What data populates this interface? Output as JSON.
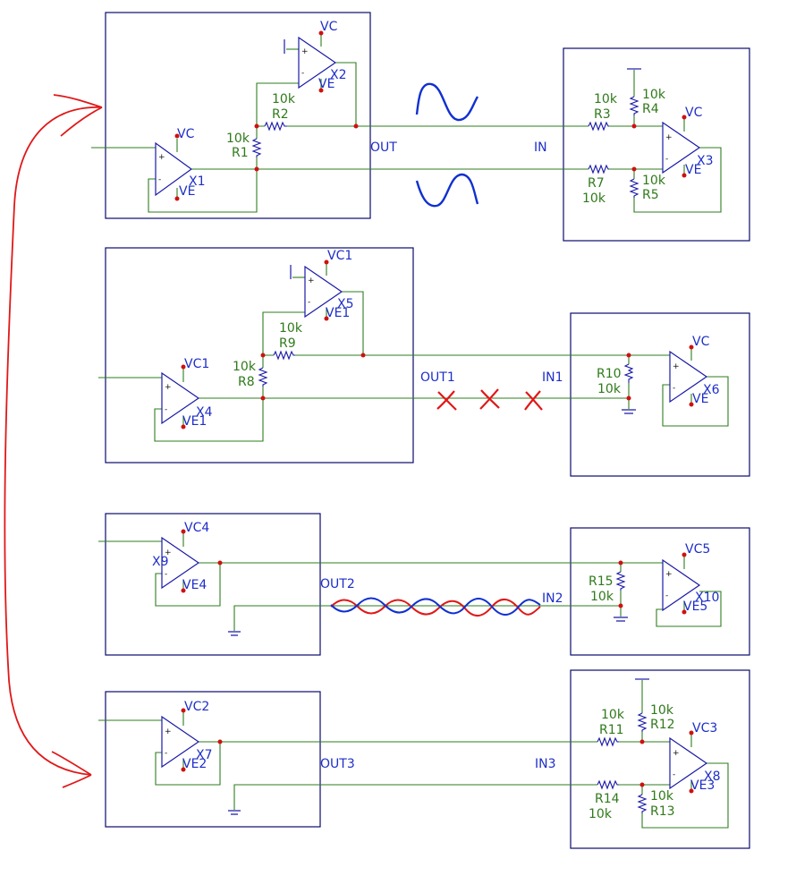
{
  "labels": {
    "vc": "VC",
    "ve": "VE",
    "vc1": "VC1",
    "ve1": "VE1",
    "vc2": "VC2",
    "ve2": "VE2",
    "vc3": "VC3",
    "ve3": "VE3",
    "vc4": "VC4",
    "ve4": "VE4",
    "vc5": "VC5",
    "ve5": "VE5",
    "x1": "X1",
    "x2": "X2",
    "x3": "X3",
    "x4": "X4",
    "x5": "X5",
    "x6": "X6",
    "x7": "X7",
    "x8": "X8",
    "x9": "X9",
    "x10": "X10",
    "r1": "R1",
    "r2": "R2",
    "r3": "R3",
    "r4": "R4",
    "r5": "R5",
    "r7": "R7",
    "r8": "R8",
    "r9": "R9",
    "r10": "R10",
    "r11": "R11",
    "r12": "R12",
    "r13": "R13",
    "r14": "R14",
    "r15": "R15",
    "value_10k": "10k",
    "out": "OUT",
    "in": "IN",
    "out1": "OUT1",
    "in1": "IN1",
    "out2": "OUT2",
    "in2": "IN2",
    "out3": "OUT3",
    "in3": "IN3",
    "plus": "+",
    "minus": "-"
  },
  "colors": {
    "box": "#0b0b6e",
    "wire": "#2e7d1e",
    "component": "#1a1aa8",
    "node": "#d01010",
    "annotation_red": "#e01818",
    "annotation_blue": "#1030d0"
  }
}
